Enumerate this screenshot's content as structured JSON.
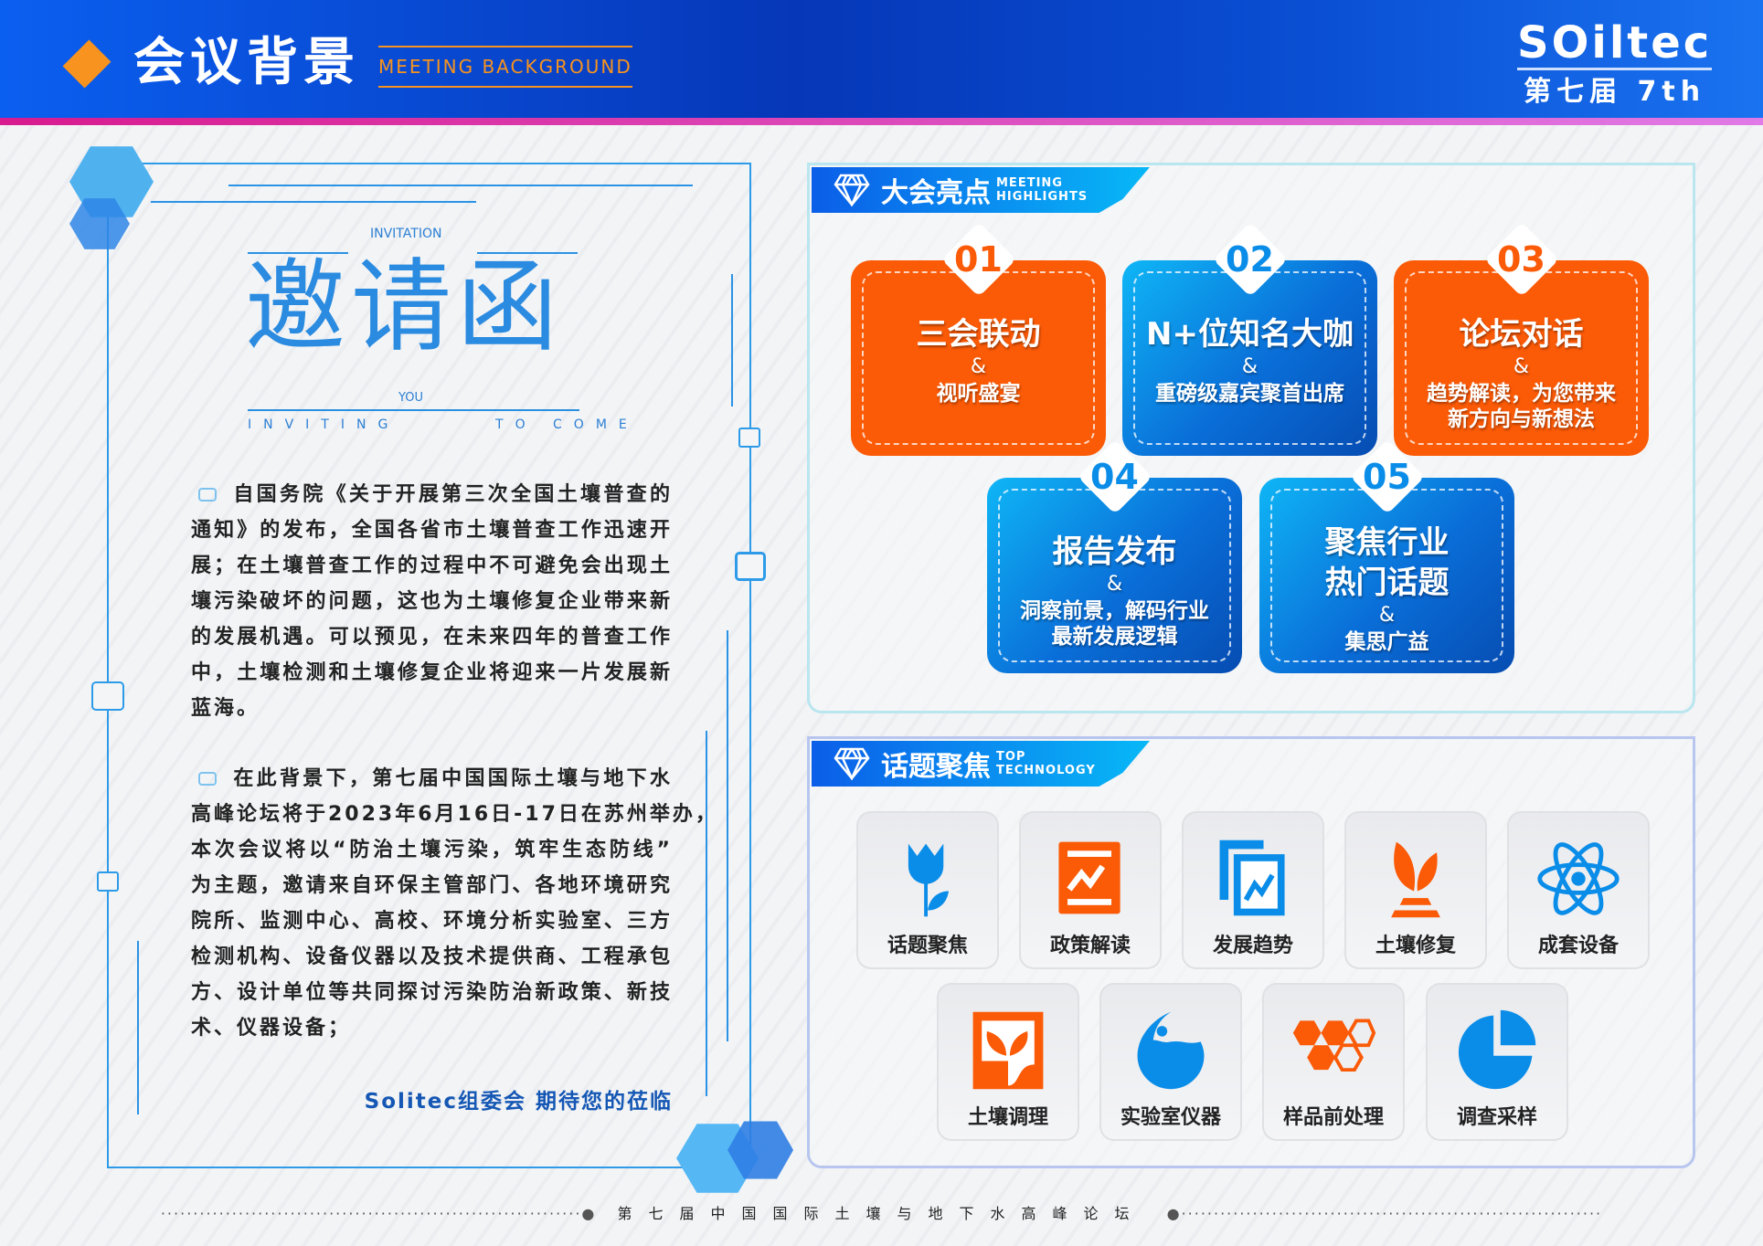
{
  "header": {
    "title": "会议背景",
    "subtitle": "MEETING BACKGROUND",
    "logo": "SOiltec",
    "edition": "第七届 7th"
  },
  "invitation": {
    "small": "INVITATION",
    "title": "邀请函",
    "tagline": "INVITING      TO COME",
    "you": "YOU"
  },
  "paragraphs": [
    [
      "自国务院《关于开展第三次全国土壤普查的",
      "通知》的发布，全国各省市土壤普查工作迅速开",
      "展；在土壤普查工作的过程中不可避免会出现土",
      "壤污染破坏的问题，这也为土壤修复企业带来新",
      "的发展机遇。可以预见，在未来四年的普查工作",
      "中，土壤检测和土壤修复企业将迎来一片发展新",
      "蓝海。"
    ],
    [
      "在此背景下，第七届中国国际土壤与地下水",
      "高峰论坛将于2023年6月16日-17日在苏州举办，",
      "本次会议将以“防治土壤污染，筑牢生态防线”",
      "为主题，邀请来自环保主管部门、各地环境研究",
      "院所、监测中心、高校、环境分析实验室、三方",
      "检测机构、设备仪器以及技术提供商、工程承包",
      "方、设计单位等共同探讨污染防治新政策、新技",
      "术、仪器设备；"
    ]
  ],
  "signature": "Solitec组委会  期待您的莅临",
  "highlights": {
    "title": "大会亮点",
    "en1": "MEETING",
    "en2": "HIGHLIGHTS",
    "cards": [
      {
        "num": "01",
        "title": "三会联动",
        "amp": "&",
        "sub": [
          "视听盛宴"
        ]
      },
      {
        "num": "02",
        "title": "N+位知名大咖",
        "amp": "&",
        "sub": [
          "重磅级嘉宾聚首出席"
        ]
      },
      {
        "num": "03",
        "title": "论坛对话",
        "amp": "&",
        "sub": [
          "趋势解读，为您带来",
          "新方向与新想法"
        ]
      },
      {
        "num": "04",
        "title": "报告发布",
        "amp": "&",
        "sub": [
          "洞察前景，解码行业",
          "最新发展逻辑"
        ]
      },
      {
        "num": "05",
        "title": "聚焦行业",
        "title2": "热门话题",
        "amp": "&",
        "sub": [
          "集思广益"
        ]
      }
    ]
  },
  "topics": {
    "title": "话题聚焦",
    "en1": "TOP",
    "en2": "TECHNOLOGY",
    "items": [
      {
        "label": "话题聚焦",
        "icon": "tulip-icon"
      },
      {
        "label": "政策解读",
        "icon": "chart-document-icon"
      },
      {
        "label": "发展趋势",
        "icon": "trend-chart-icon"
      },
      {
        "label": "土壤修复",
        "icon": "sprout-icon"
      },
      {
        "label": "成套设备",
        "icon": "atom-icon"
      },
      {
        "label": "土壤调理",
        "icon": "plant-pot-icon"
      },
      {
        "label": "实验室仪器",
        "icon": "flask-icon"
      },
      {
        "label": "样品前处理",
        "icon": "hexagons-icon"
      },
      {
        "label": "调查采样",
        "icon": "pie-chart-icon"
      }
    ]
  },
  "footer": "第七届中国国际土壤与地下水高峰论坛",
  "colors": {
    "orange": "#fb5a06",
    "blue": "#0a8de8",
    "navy": "#0637b8"
  }
}
